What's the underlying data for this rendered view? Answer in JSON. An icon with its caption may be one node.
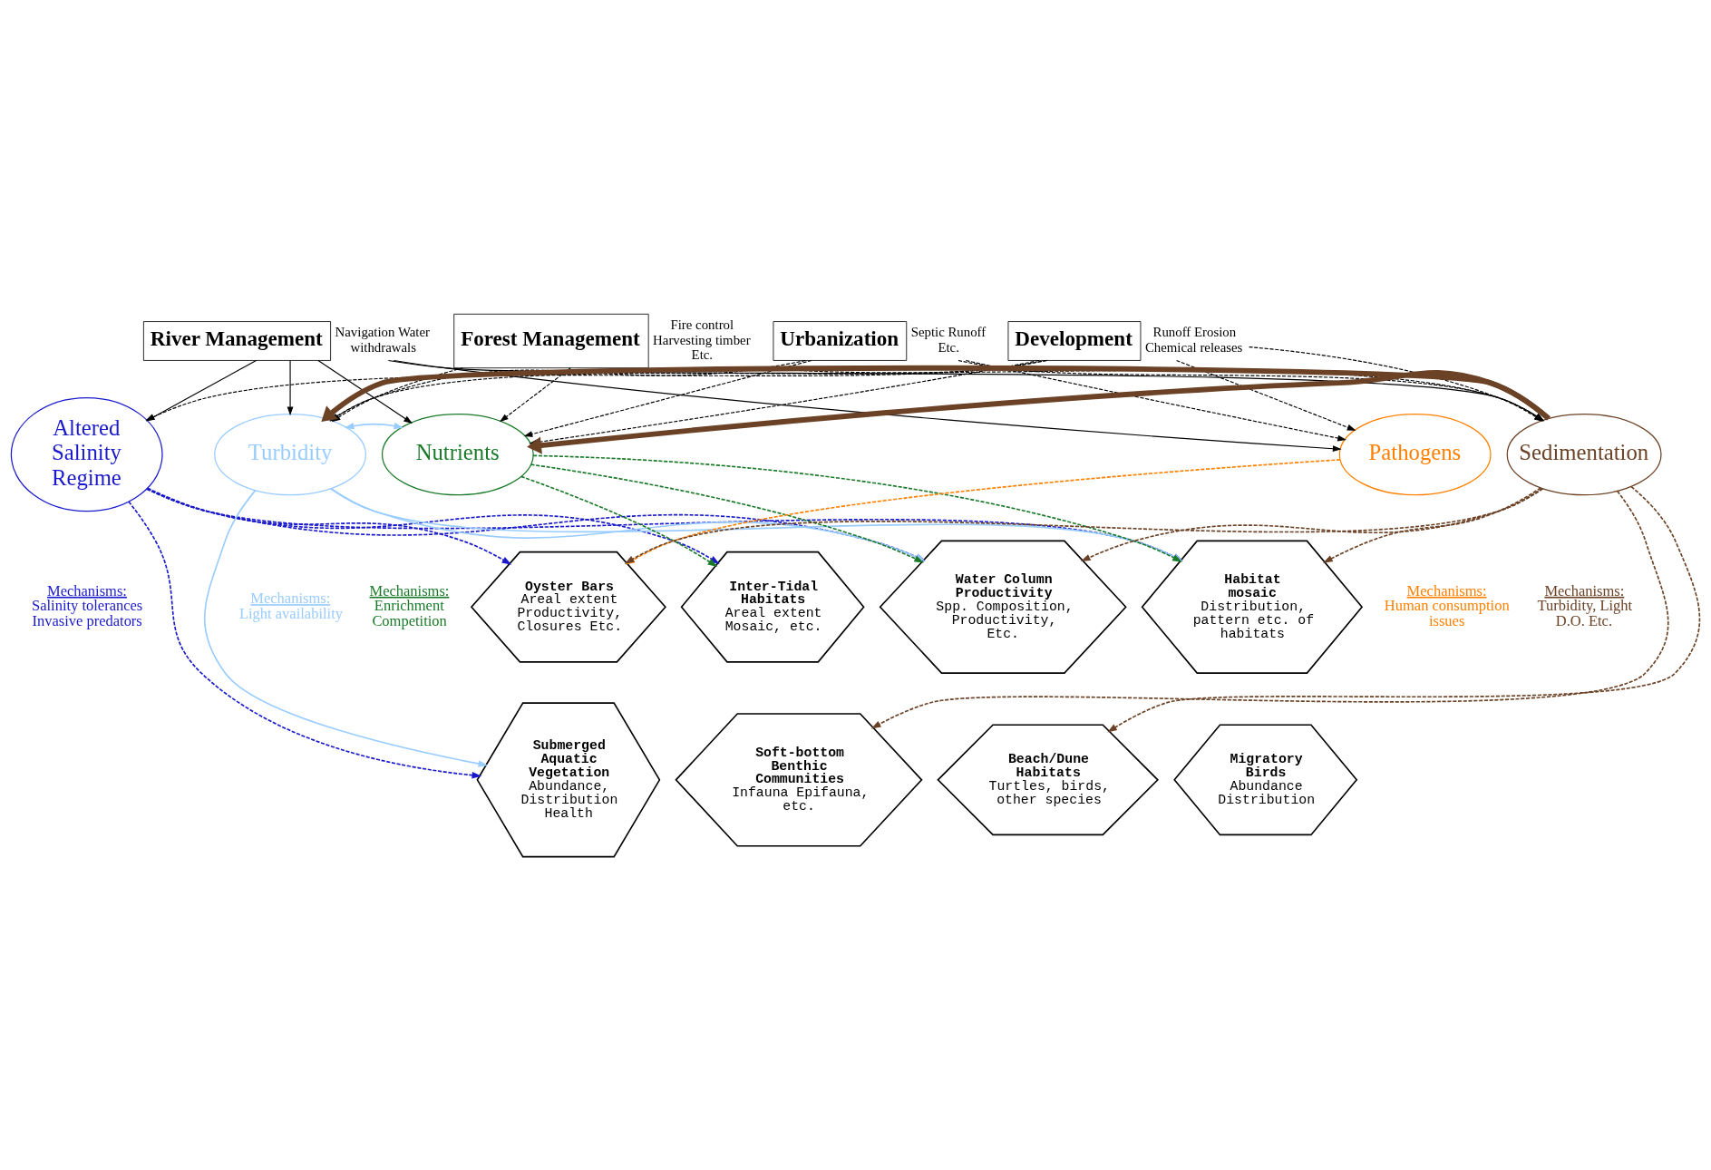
{
  "diagram": {
    "nodes": [
      {
        "text": [
          "River Management"
        ],
        "beside": [
          "Navigation Water withdrawals"
        ]
      },
      {
        "text": [
          "Forest Management"
        ],
        "beside": [
          "Fire control Harvesting timber Etc."
        ]
      },
      {
        "text": [
          "Urbanization"
        ],
        "beside": [
          "Septic Runoff Etc."
        ]
      },
      {
        "text": [
          "Development"
        ],
        "beside": [
          "Runoff Erosion Chemical releases"
        ]
      },
      {
        "text": [
          "Altered Salinity Regime"
        ],
        "beside": [
          "Mechanisms:",
          "Salinity tolerances Invasive predators"
        ]
      },
      {
        "text": [
          "Turbidity"
        ],
        "beside": [
          "Mechanisms:",
          "Light availability"
        ]
      },
      {
        "text": [
          "Nutrients"
        ],
        "beside": [
          "Mechanisms:",
          "Enrichment Competition"
        ]
      },
      {
        "text": [
          "Pathogens"
        ],
        "beside": [
          "Mechanisms:",
          "Human consumption issues"
        ]
      },
      {
        "text": [
          "Sedimentation"
        ],
        "beside": [
          "Mechanisms:",
          "Turbidity, Light D.O. Etc."
        ]
      },
      {
        "text": [
          "Oyster Bars",
          "Areal extent Productivity, Closures Etc."
        ]
      },
      {
        "text": [
          "Submerged Aquatic Vegetation",
          "Abundance, Distribution Health"
        ]
      },
      {
        "text": [
          "Inter-Tidal Habitats",
          "Areal extent Mosaic, etc."
        ]
      },
      {
        "text": [
          "Soft-bottom Benthic Communities",
          "Infauna Epifauna, etc."
        ]
      },
      {
        "text": [
          "Water Column Productivity",
          "Spp. Composition, Productivity, Etc."
        ]
      },
      {
        "text": [
          "Beach/Dune Habitats",
          "Turtles, birds, other species"
        ]
      },
      {
        "text": [
          "Habitat mosaic",
          "Distribution, pattern etc. of habitats"
        ]
      },
      {
        "text": [
          "Migratory Birds",
          "Abundance Distribution"
        ]
      }
    ],
    "edges": [
      {
        "from": 0,
        "to": 4,
        "arrow": "to"
      },
      {
        "from": 0,
        "to": 5,
        "arrow": "to"
      },
      {
        "from": 0,
        "to": 6,
        "arrow": "to"
      },
      {
        "from": 0,
        "to": 7,
        "arrow": "to"
      },
      {
        "from": 0,
        "to": 8,
        "arrow": "to"
      },
      {
        "from": 1,
        "to": 5,
        "arrow": "to",
        "style": "dashed"
      },
      {
        "from": 1,
        "to": 6,
        "arrow": "to",
        "style": "dashed"
      },
      {
        "from": 1,
        "to": 8,
        "arrow": "to",
        "style": "dashed"
      },
      {
        "from": 2,
        "to": 5,
        "arrow": "to",
        "style": "dashed"
      },
      {
        "from": 2,
        "to": 6,
        "arrow": "to",
        "style": "dashed"
      },
      {
        "from": 2,
        "to": 7,
        "arrow": "to",
        "style": "dashed"
      },
      {
        "from": 2,
        "to": 8,
        "arrow": "to",
        "style": "dashed"
      },
      {
        "from": 3,
        "to": 4,
        "arrow": "to",
        "style": "dashed"
      },
      {
        "from": 3,
        "to": 5,
        "arrow": "to",
        "style": "dashed"
      },
      {
        "from": 3,
        "to": 6,
        "arrow": "to",
        "style": "dashed"
      },
      {
        "from": 3,
        "to": 7,
        "arrow": "to",
        "style": "dashed"
      },
      {
        "from": 3,
        "to": 8,
        "arrow": "to",
        "style": "dashed"
      },
      {
        "from": 5,
        "to": 6,
        "arrow": "both",
        "color": "#99ccff"
      },
      {
        "from": 8,
        "to": 5,
        "arrow": "to",
        "style": "thick",
        "color": "#6b4226"
      },
      {
        "from": 8,
        "to": 6,
        "arrow": "to",
        "style": "thick",
        "color": "#6b4226"
      },
      {
        "from": 4,
        "to": 9,
        "arrow": "to",
        "style": "dashed",
        "color": "#1a1acc"
      },
      {
        "from": 4,
        "to": 10,
        "arrow": "to",
        "style": "dashed",
        "color": "#1a1acc"
      },
      {
        "from": 4,
        "to": 11,
        "arrow": "to",
        "style": "dashed",
        "color": "#1a1acc"
      },
      {
        "from": 4,
        "to": 13,
        "arrow": "to",
        "style": "dashed",
        "color": "#1a1acc"
      },
      {
        "from": 4,
        "to": 15,
        "arrow": "to",
        "style": "dashed",
        "color": "#1a1acc"
      },
      {
        "from": 5,
        "to": 10,
        "arrow": "to",
        "color": "#99ccff"
      },
      {
        "from": 5,
        "to": 13,
        "arrow": "to",
        "color": "#99ccff"
      },
      {
        "from": 5,
        "to": 15,
        "arrow": "to",
        "color": "#99ccff"
      },
      {
        "from": 6,
        "to": 11,
        "arrow": "to",
        "style": "dashed",
        "color": "#1a7a2a"
      },
      {
        "from": 6,
        "to": 13,
        "arrow": "to",
        "style": "dashed",
        "color": "#1a7a2a"
      },
      {
        "from": 6,
        "to": 15,
        "arrow": "to",
        "style": "dashed",
        "color": "#1a7a2a"
      },
      {
        "from": 7,
        "to": 9,
        "arrow": "to",
        "style": "dashed",
        "color": "#ff8000"
      },
      {
        "from": 8,
        "to": 9,
        "arrow": "to",
        "style": "dashed",
        "color": "#6b4226"
      },
      {
        "from": 8,
        "to": 12,
        "arrow": "to",
        "style": "dashed",
        "color": "#6b4226"
      },
      {
        "from": 8,
        "to": 13,
        "arrow": "to",
        "style": "dashed",
        "color": "#6b4226"
      },
      {
        "from": 8,
        "to": 14,
        "arrow": "to",
        "style": "dashed",
        "color": "#6b4226"
      },
      {
        "from": 8,
        "to": 15,
        "arrow": "to",
        "style": "dashed",
        "color": "#6b4226"
      }
    ]
  }
}
